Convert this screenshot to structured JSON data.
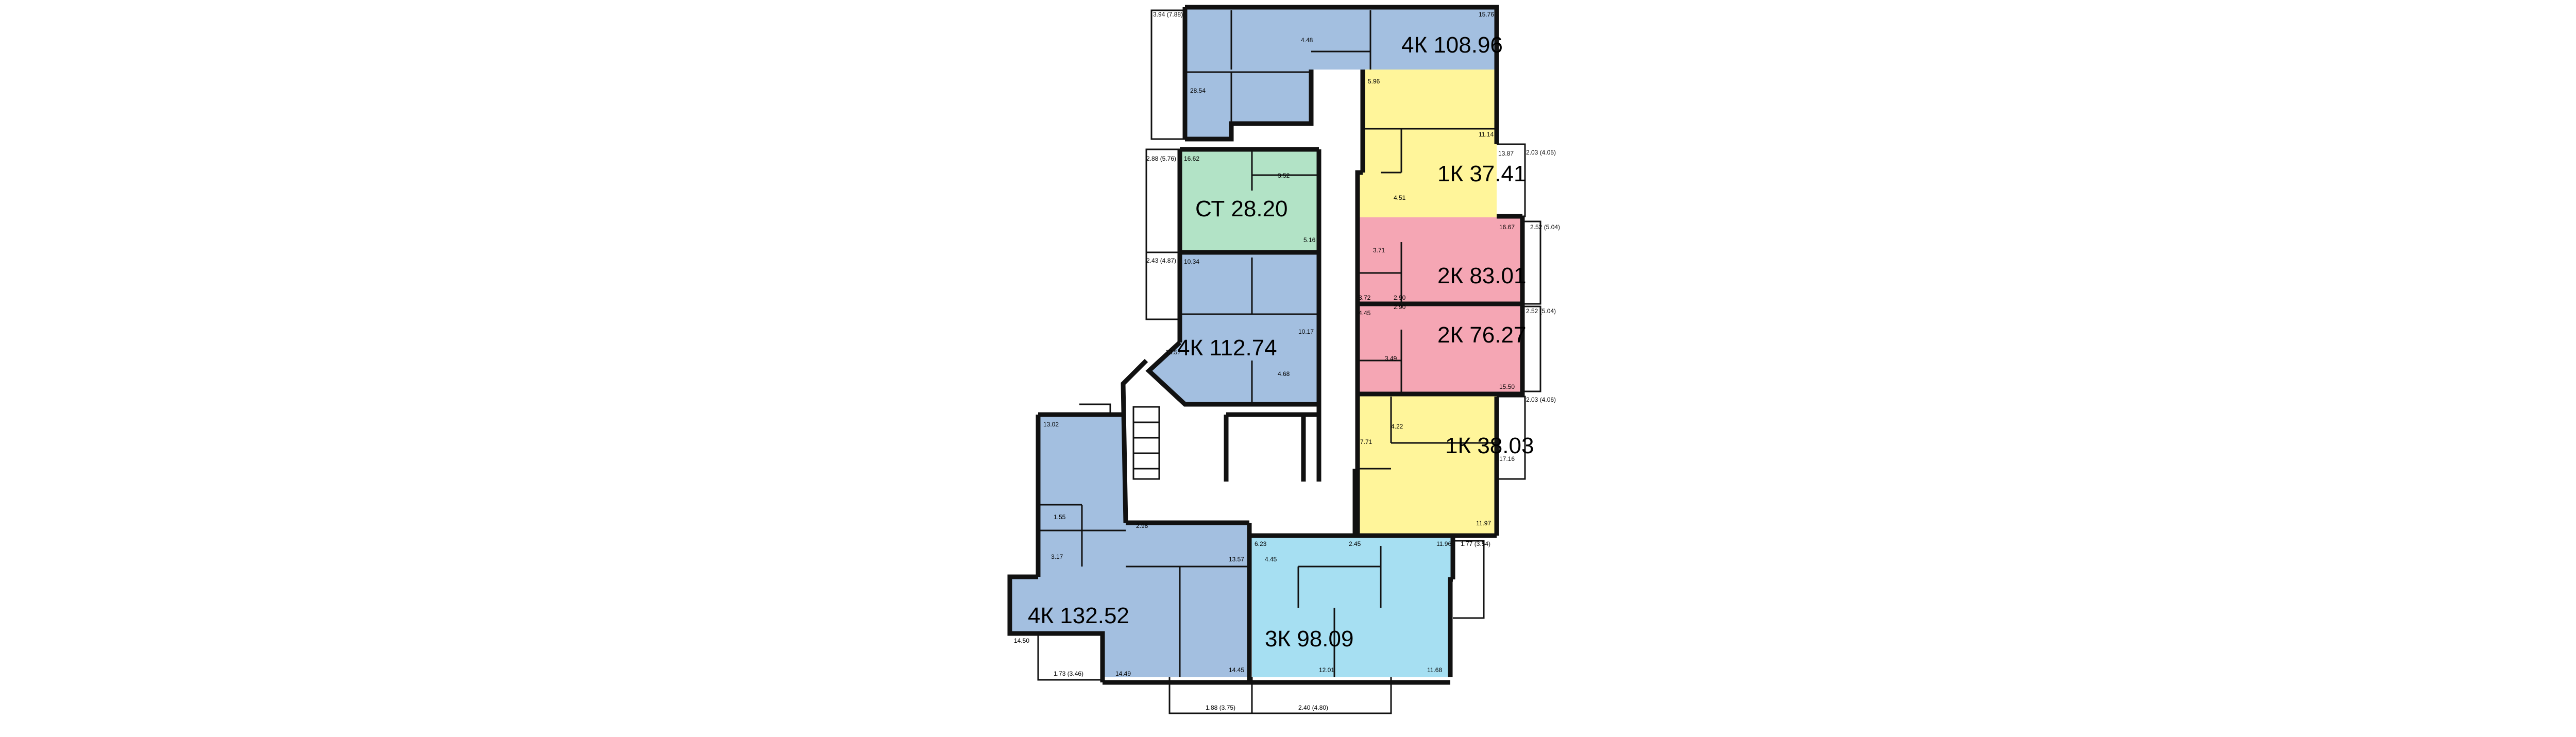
{
  "colors": {
    "apt_4k": "#a3bfe0",
    "apt_1k": "#fff59a",
    "apt_2k": "#f5a6b4",
    "apt_st": "#b2e3c6",
    "apt_3k": "#a6dff2",
    "wall": "#111111",
    "background": "#ffffff"
  },
  "apartments": [
    {
      "id": "4k-top",
      "label": "4К 108.96"
    },
    {
      "id": "1k-upper",
      "label": "1К 37.41"
    },
    {
      "id": "st",
      "label": "СТ 28.20"
    },
    {
      "id": "2k-upper",
      "label": "2К 83.01"
    },
    {
      "id": "2k-lower",
      "label": "2К 76.27"
    },
    {
      "id": "4k-mid",
      "label": "4К 112.74"
    },
    {
      "id": "1k-lower",
      "label": "1К 38.03"
    },
    {
      "id": "3k",
      "label": "3К 98.09"
    },
    {
      "id": "4k-bottom",
      "label": "4К 132.52"
    }
  ],
  "room_areas": [
    "3.94 (7.88)",
    "4.48",
    "15.76",
    "28.54",
    "5.96",
    "11.14",
    "2.88 (5.76)",
    "16.62",
    "3.52",
    "13.87",
    "2.03 (4.05)",
    "4.51",
    "16.67",
    "2.52 (5.04)",
    "5.16",
    "3.71",
    "2.43 (4.87)",
    "10.34",
    "3.72",
    "2.90",
    "2.90",
    "4.45",
    "2.52 (5.04)",
    "10.17",
    "13.57",
    "3.49",
    "4.68",
    "15.50",
    "2.03 (4.06)",
    "7.71",
    "4.22",
    "17.16",
    "11.97",
    "13.02",
    "1.55",
    "2.98",
    "6.23",
    "2.45",
    "11.96",
    "3.17",
    "13.57",
    "4.45",
    "1.77 (3.54)",
    "14.50",
    "1.73 (3.46)",
    "14.49",
    "14.45",
    "12.01",
    "11.68",
    "1.88 (3.75)",
    "2.40 (4.80)"
  ]
}
